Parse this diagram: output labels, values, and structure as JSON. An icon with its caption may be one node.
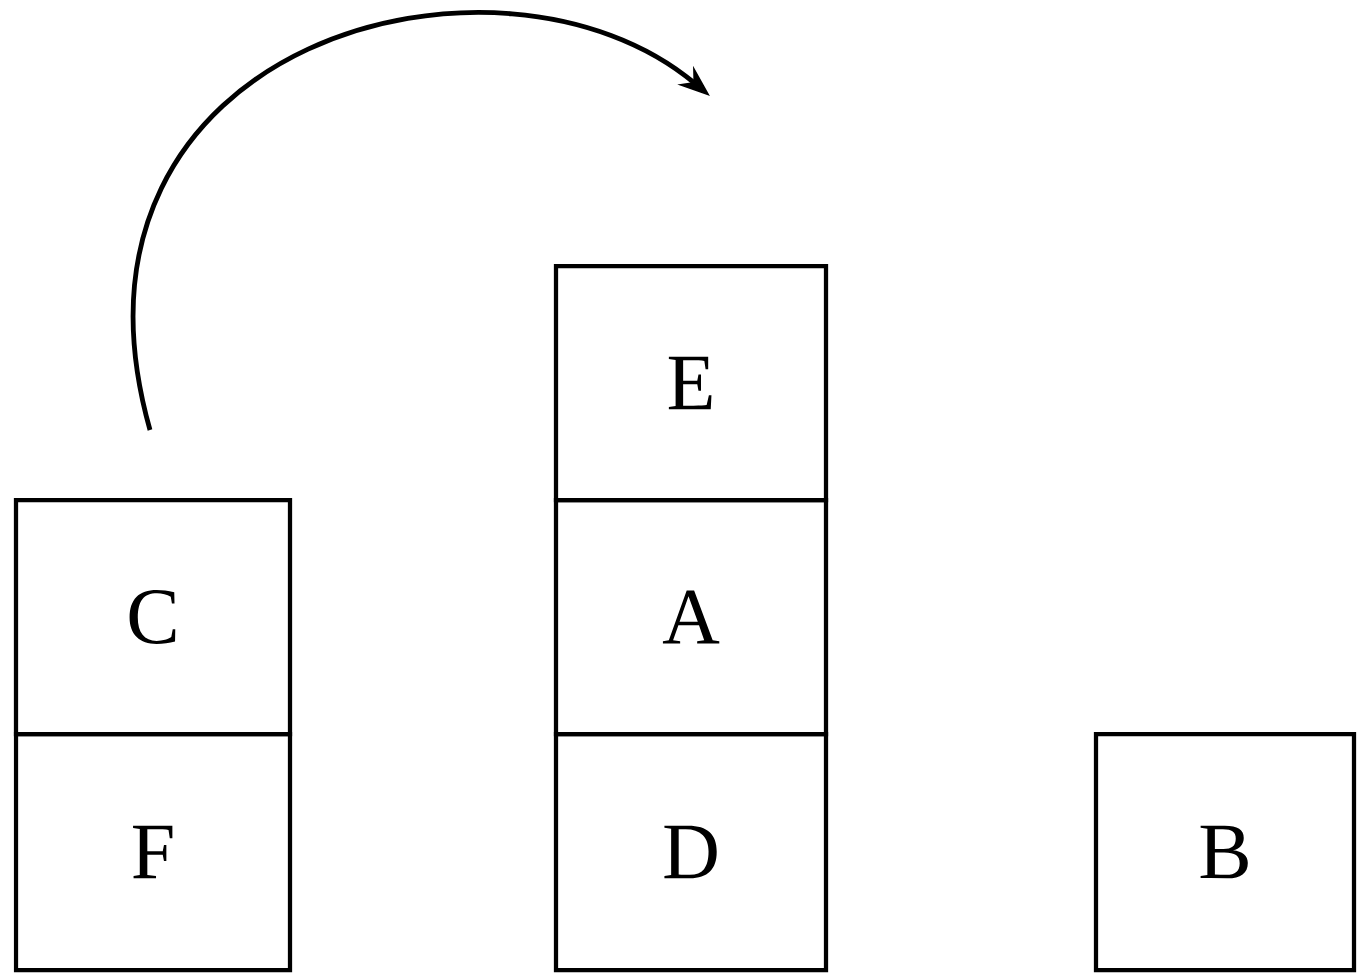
{
  "diagram": {
    "nodes": [
      {
        "text": [
          "C"
        ]
      },
      {
        "text": [
          "F"
        ]
      },
      {
        "text": [
          "E"
        ]
      },
      {
        "text": [
          "A"
        ]
      },
      {
        "text": [
          "D"
        ]
      },
      {
        "text": [
          "B"
        ]
      }
    ]
  }
}
